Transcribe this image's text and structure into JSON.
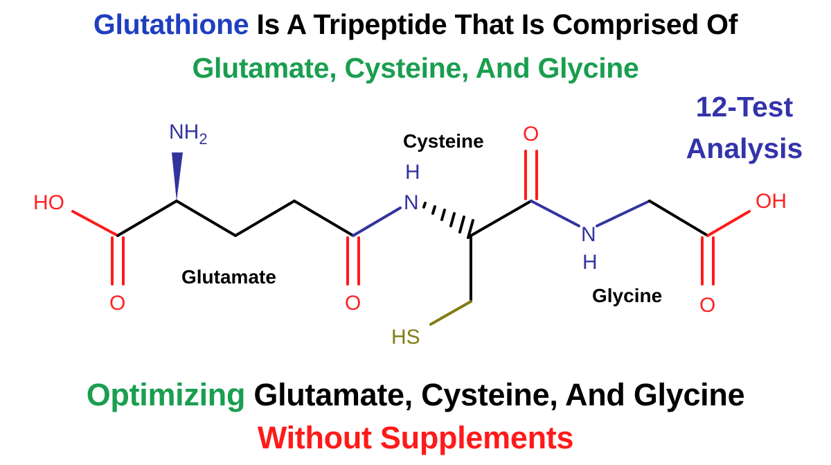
{
  "title": {
    "line1_highlight": "Glutathione",
    "line1_rest": " Is A Tripeptide That Is Comprised Of",
    "line2": "Glutamate, Cysteine, And Glycine"
  },
  "side_note": {
    "line1": "12-Test",
    "line2": "Analysis"
  },
  "residue_labels": {
    "glutamate": "Glutamate",
    "cysteine": "Cysteine",
    "glycine": "Glycine"
  },
  "atoms": {
    "amine_n": "NH",
    "amine_sub": "2",
    "hydroxyl_left": "HO",
    "hydroxyl_right": "OH",
    "oxygen": "O",
    "nitrogen": "N",
    "hydrogen": "H",
    "thiol": "HS"
  },
  "footer": {
    "line1_highlight": "Optimizing",
    "line1_rest": " Glutamate, Cysteine, And Glycine",
    "line2": "Without Supplements"
  },
  "colors": {
    "glutathione_blue": "#1f3fbf",
    "amino_green": "#1a9e4f",
    "note_indigo": "#3333aa",
    "red": "#ff1a1a",
    "oxygen_red": "#ff2020",
    "nitrogen_blue": "#33339e",
    "sulfur_olive": "#807d14"
  }
}
